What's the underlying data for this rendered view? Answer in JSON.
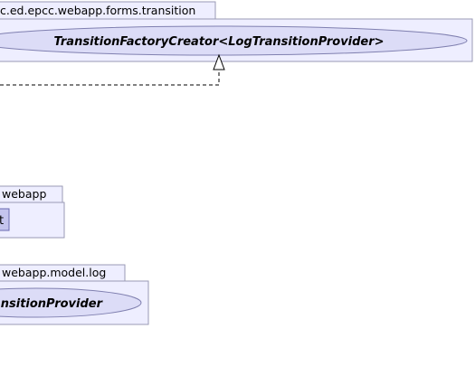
{
  "packages": [
    {
      "id": "forms-transition",
      "label": "c.ed.epcc.webapp.forms.transition",
      "interface": "TransitionFactoryCreator<LogTransitionProvider>"
    },
    {
      "id": "webapp",
      "label": "webapp",
      "class": "t"
    },
    {
      "id": "model-log",
      "label": "webapp.model.log",
      "interface": "ansitionProvider"
    }
  ],
  "colors": {
    "package_fill": "#eeeeff",
    "package_stroke": "#9a9ab4",
    "interface_fill": "#dcdcf7",
    "class_fill": "#c4c4ee"
  }
}
